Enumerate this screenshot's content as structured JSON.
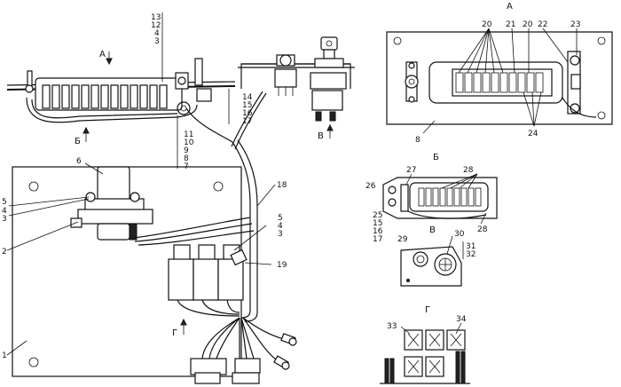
{
  "views": {
    "a": "А",
    "b": "Б",
    "v": "В",
    "g": "Г"
  },
  "labels": {
    "n1": "1",
    "n2": "2",
    "n3": "3",
    "n4": "4",
    "n5": "5",
    "n6": "6",
    "n7": "7",
    "n8": "8",
    "n9": "9",
    "n10": "10",
    "n11": "11",
    "n12": "12",
    "n13": "13",
    "n14": "14",
    "n15": "15",
    "n16": "16",
    "n17": "17",
    "n18": "18",
    "n19": "19",
    "n20": "20",
    "n21": "21",
    "n22": "22",
    "n23": "23",
    "n24": "24",
    "n25": "25",
    "n26": "26",
    "n27": "27",
    "n28": "28",
    "n29": "29",
    "n30": "30",
    "n31": "31",
    "n32": "32",
    "n33": "33",
    "n34": "34"
  }
}
